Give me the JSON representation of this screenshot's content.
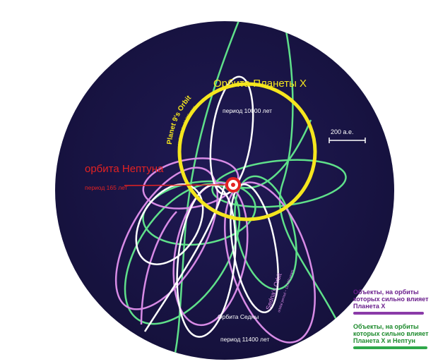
{
  "labels": {
    "planet_x_orbit": "Орбита Планеты X",
    "planet_x_period": "период 10000 лет",
    "neptune_orbit": "орбита Нептуна",
    "neptune_period": "период 165 лет",
    "scale": "200 а.е.",
    "planet9_orbit": "Planet 9's Orbit",
    "planet9_period": "orbital period ~ 10,000 years",
    "sedna_orbit_en": "Sedna's Orbit",
    "sedna_period_en": "orbital period ~ 11,400 years",
    "sedna_orbit_ru": "Орбита Седны",
    "sedna_period_ru": "период 11400 лет"
  },
  "legend": {
    "purple_text": "Объекты, на орбиты которых сильно влияет Планета X",
    "green_text": "Объекты, на орбиты которых сильно влияет Планета X и Нептун"
  },
  "colors": {
    "background": "#1a1446",
    "planet_x_orbit": "#f5e61e",
    "neptune": "#e32222",
    "white_orbits": "#ffffff",
    "green_orbits": "#5fe08a",
    "purple_orbits": "#d88be6",
    "legend_purple_text": "#6a1e8c",
    "legend_green_text": "#1c8a2c"
  }
}
